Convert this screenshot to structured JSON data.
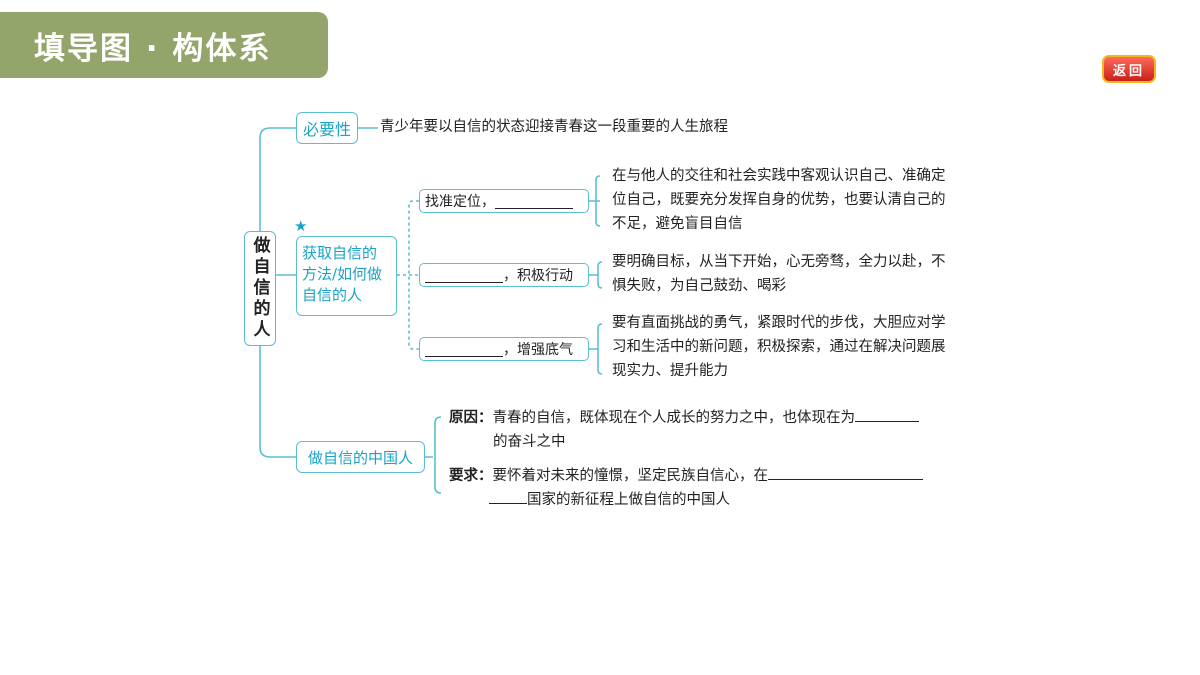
{
  "header": {
    "title": "填导图 · 构体系"
  },
  "back_button": {
    "label": "返回"
  },
  "root": {
    "label": "做自信的人"
  },
  "nodes": {
    "necessity": {
      "label": "必要性",
      "text": "青少年要以自信的状态迎接青春这一段重要的人生旅程"
    },
    "methods": {
      "label": "获取自信的方法/如何做自信的人",
      "star": "★",
      "items": [
        {
          "label_prefix": "找准定位，",
          "label_suffix": "",
          "desc": "在与他人的交往和社会实践中客观认识自己、准确定位自己，既要充分发挥自身的优势，也要认清自己的不足，避免盲目自信"
        },
        {
          "label_prefix": "",
          "label_suffix": "，积极行动",
          "desc": "要明确目标，从当下开始，心无旁骛，全力以赴，不惧失败，为自己鼓劲、喝彩"
        },
        {
          "label_prefix": "",
          "label_suffix": "，增强底气",
          "desc": "要有直面挑战的勇气，紧跟时代的步伐，大胆应对学习和生活中的新问题，积极探索，通过在解决问题展现实力、提升能力"
        }
      ]
    },
    "chinese": {
      "label": "做自信的中国人",
      "reason_label": "原因：",
      "reason_text_a": "青春的自信，既体现在个人成长的努力之中，也体现在为",
      "reason_text_b": "的奋斗之中",
      "require_label": "要求：",
      "require_text_a": "要怀着对未来的憧憬，坚定民族自信心，在",
      "require_text_b": "国家的新征程上做自信的中国人"
    }
  },
  "colors": {
    "accent": "#1ba3c6",
    "line": "#5bbfd3",
    "header": "#93a56b",
    "back_button": "#d9281f"
  }
}
